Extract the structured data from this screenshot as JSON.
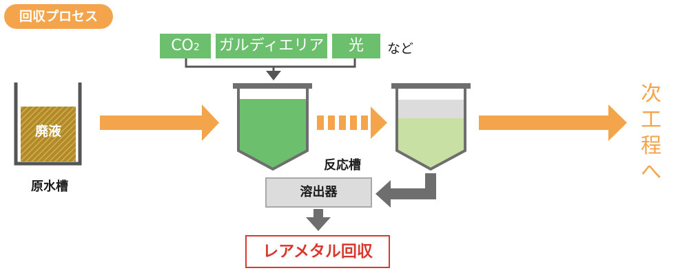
{
  "header": {
    "badge": "回収プロセス"
  },
  "inputs": {
    "co2_main": "CO",
    "co2_sub": "2",
    "gas": "ガルディエリア",
    "light": "光",
    "etc": "など"
  },
  "labels": {
    "raw_tank_content": "廃液",
    "raw_tank": "原水槽",
    "reactor": "反応槽",
    "dissolver": "溶出器",
    "result": "レアメタル回収",
    "next_step": [
      "次",
      "工",
      "程",
      "へ"
    ]
  },
  "colors": {
    "orange": "#f4a44a",
    "green": "#6bbf6d",
    "light_green": "#c8e0a4",
    "gray": "#6e6e6e",
    "red": "#d9372b",
    "waste": "#b08a2b"
  }
}
